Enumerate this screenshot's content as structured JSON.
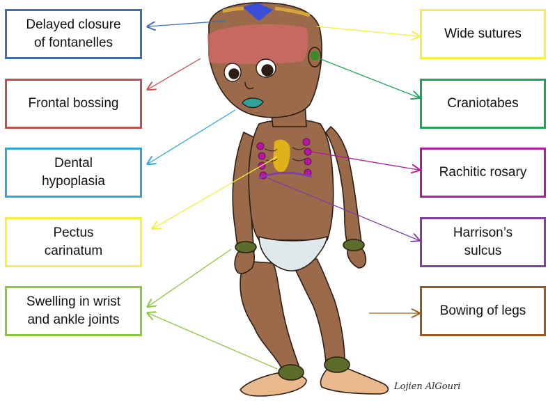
{
  "labels": {
    "delayed_closure": "Delayed closure\nof fontanelles",
    "frontal_bossing": "Frontal bossing",
    "dental_hypoplasia": "Dental\nhypoplasia",
    "pectus_carinatum": "Pectus\ncarinatum",
    "swelling": "Swelling in wrist\nand ankle joints",
    "wide_sutures": "Wide sutures",
    "craniotabes": "Craniotabes",
    "rachitic_rosary": "Rachitic rosary",
    "harrisons_sulcus": "Harrison’s\nsulcus",
    "bowing_of_legs": "Bowing of legs"
  },
  "signature": "Lojien AlGouri",
  "colors": {
    "delayed_closure": "#3d6fae",
    "frontal_bossing": "#c0504d",
    "dental_hypoplasia": "#2ea7d8",
    "pectus_carinatum": "#f5f03a",
    "swelling": "#8cc63f",
    "wide_sutures": "#f5f03a",
    "craniotabes": "#1aa657",
    "rachitic_rosary": "#b5179e",
    "harrisons_sulcus": "#7f3fa5",
    "bowing_of_legs": "#9a5a1c",
    "skin": "#9a6a4a",
    "diaper": "#dde9ea"
  }
}
